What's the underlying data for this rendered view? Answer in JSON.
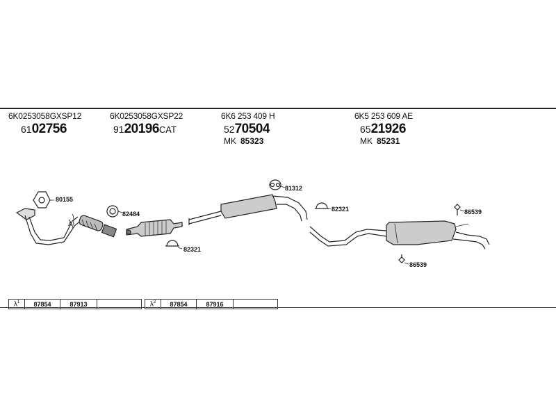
{
  "parts": [
    {
      "oe_number": "6K0253058GXSP12",
      "order_prefix": "61",
      "order_main": "02756",
      "order_suffix": "",
      "mk_label": "",
      "mk_number": ""
    },
    {
      "oe_number": "6K0253058GXSP22",
      "order_prefix": "91",
      "order_main": "20196",
      "order_suffix": "CAT",
      "mk_label": "",
      "mk_number": ""
    },
    {
      "oe_number": "6K6 253 409 H",
      "order_prefix": "52",
      "order_main": "70504",
      "order_suffix": "",
      "mk_label": "MK",
      "mk_number": "85323"
    },
    {
      "oe_number": "6K5 253 609 AE",
      "order_prefix": "65",
      "order_main": "21926",
      "order_suffix": "",
      "mk_label": "MK",
      "mk_number": "85231"
    }
  ],
  "callouts": {
    "gasket_front": "80155",
    "lambda_sym": "λ",
    "clamp_cat": "82484",
    "clamp_mid": "82321",
    "ring_center": "81312",
    "clamp_center": "82321",
    "hanger_top": "86539",
    "hanger_bottom": "86539"
  },
  "lambda_tables": [
    {
      "symbol": "λ",
      "index": "1",
      "values": [
        "87854",
        "87913"
      ]
    },
    {
      "symbol": "λ",
      "index": "2",
      "values": [
        "87854",
        "87916"
      ]
    }
  ]
}
